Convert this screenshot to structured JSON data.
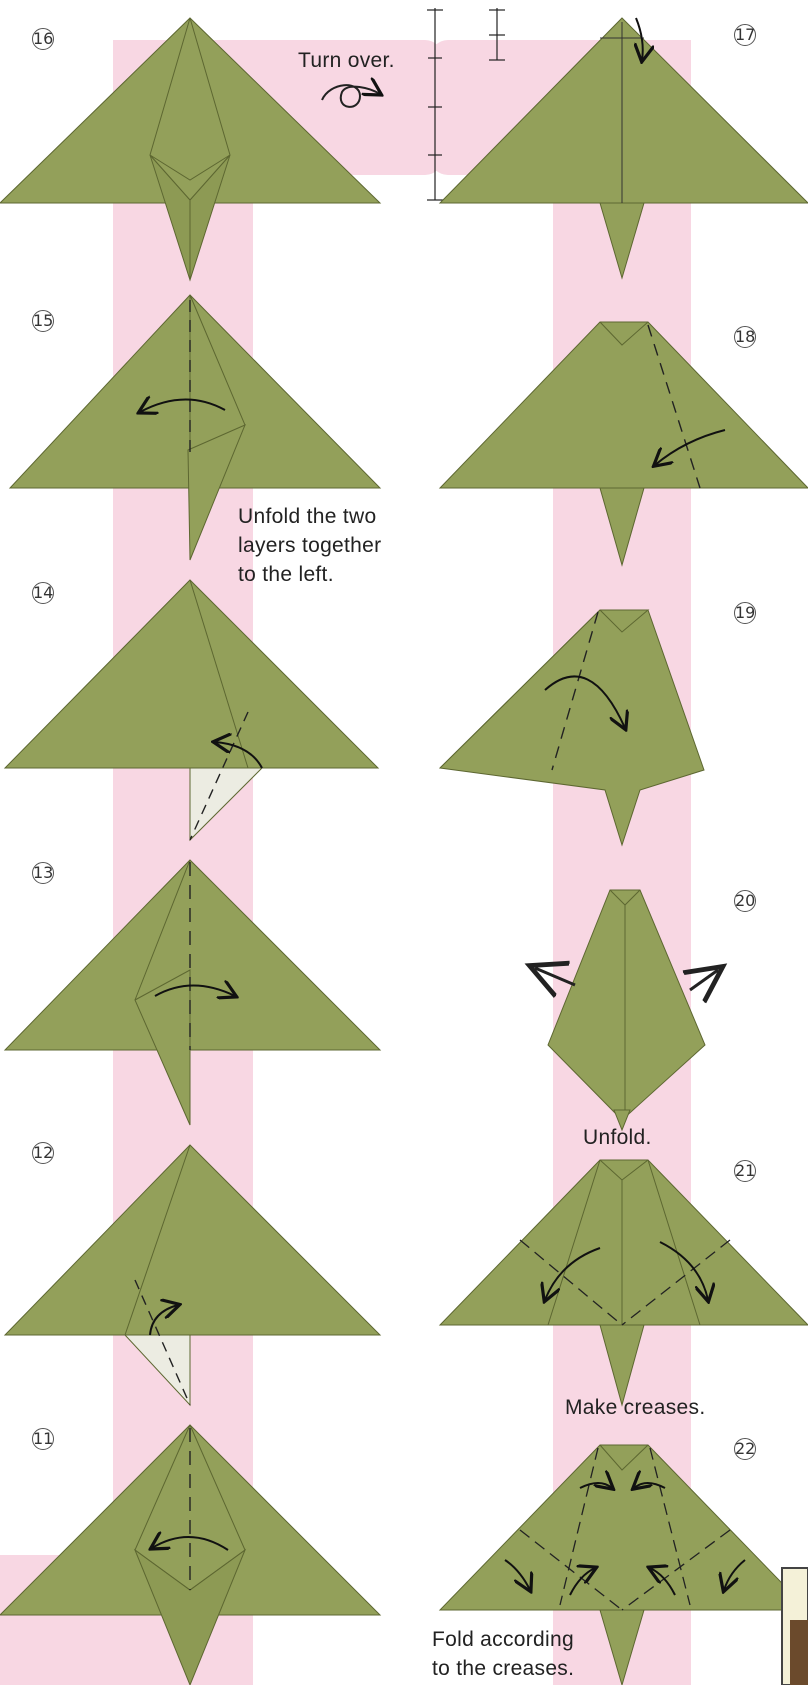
{
  "colors": {
    "paper": "#93a05a",
    "paper_dark": "#6f7a3e",
    "band": "#f8d7e3",
    "white_flap": "#ecece2"
  },
  "steps": {
    "s11": "11",
    "s12": "12",
    "s13": "13",
    "s14": "14",
    "s15": "15",
    "s16": "16",
    "s17": "17",
    "s18": "18",
    "s19": "19",
    "s20": "20",
    "s21": "21",
    "s22": "22"
  },
  "captions": {
    "turn_over": "Turn over.",
    "unfold_two_1": "Unfold the two",
    "unfold_two_2": "layers together",
    "unfold_two_3": "to the left.",
    "unfold": "Unfold.",
    "make_creases": "Make creases.",
    "fold_according_1": "Fold according",
    "fold_according_2": "to the creases."
  }
}
